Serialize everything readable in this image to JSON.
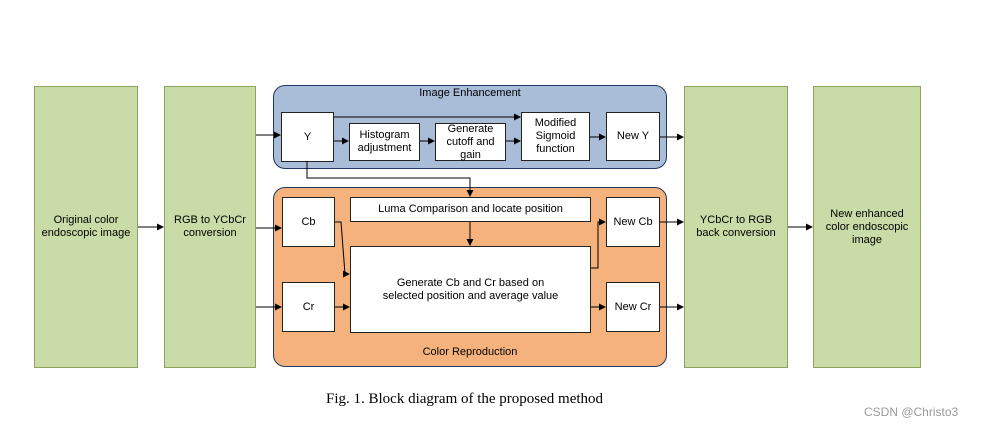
{
  "blocks": {
    "original": "Original color endoscopic image",
    "rgb_to_ycbcr": "RGB to YCbCr conversion",
    "ycbcr_to_rgb": "YCbCr to RGB back conversion",
    "new_enhanced": "New enhanced color endoscopic image"
  },
  "enhancement": {
    "title": "Image Enhancement",
    "y": "Y",
    "histogram": "Histogram adjustment",
    "cutoff_gain": "Generate cutoff and gain",
    "sigmoid": "Modified Sigmoid function",
    "new_y": "New Y"
  },
  "reproduction": {
    "title": "Color Reproduction",
    "cb": "Cb",
    "cr": "Cr",
    "luma": "Luma Comparison and locate position",
    "generate": "Generate Cb and Cr based on selected position and average value",
    "new_cb": "New Cb",
    "new_cr": "New Cr"
  },
  "caption": "Fig. 1. Block diagram of the proposed method",
  "watermark": "CSDN @Christo3"
}
